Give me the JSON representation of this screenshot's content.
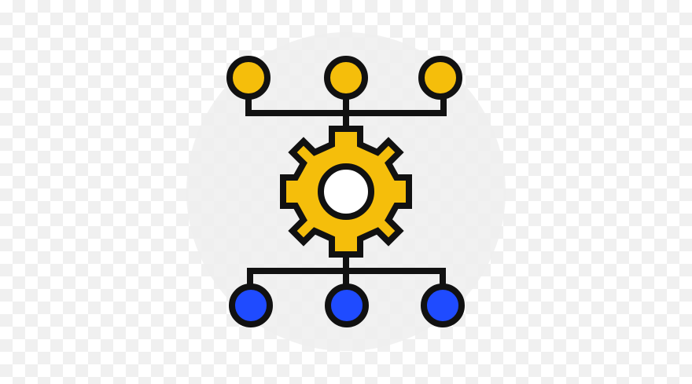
{
  "icon": {
    "name": "gear-hierarchy-icon",
    "colors": {
      "outline": "#111111",
      "gear_fill": "#F5BE0B",
      "top_node_fill": "#F5BE0B",
      "bottom_node_fill": "#1F4BFF",
      "backdrop": "#EFEFEF",
      "gear_hole": "#FFFFFF"
    },
    "top_nodes": [
      {
        "name": "top-node-left",
        "color": "yellow"
      },
      {
        "name": "top-node-center",
        "color": "yellow"
      },
      {
        "name": "top-node-right",
        "color": "yellow"
      }
    ],
    "bottom_nodes": [
      {
        "name": "bottom-node-left",
        "color": "blue"
      },
      {
        "name": "bottom-node-center",
        "color": "blue"
      },
      {
        "name": "bottom-node-right",
        "color": "blue"
      }
    ]
  }
}
